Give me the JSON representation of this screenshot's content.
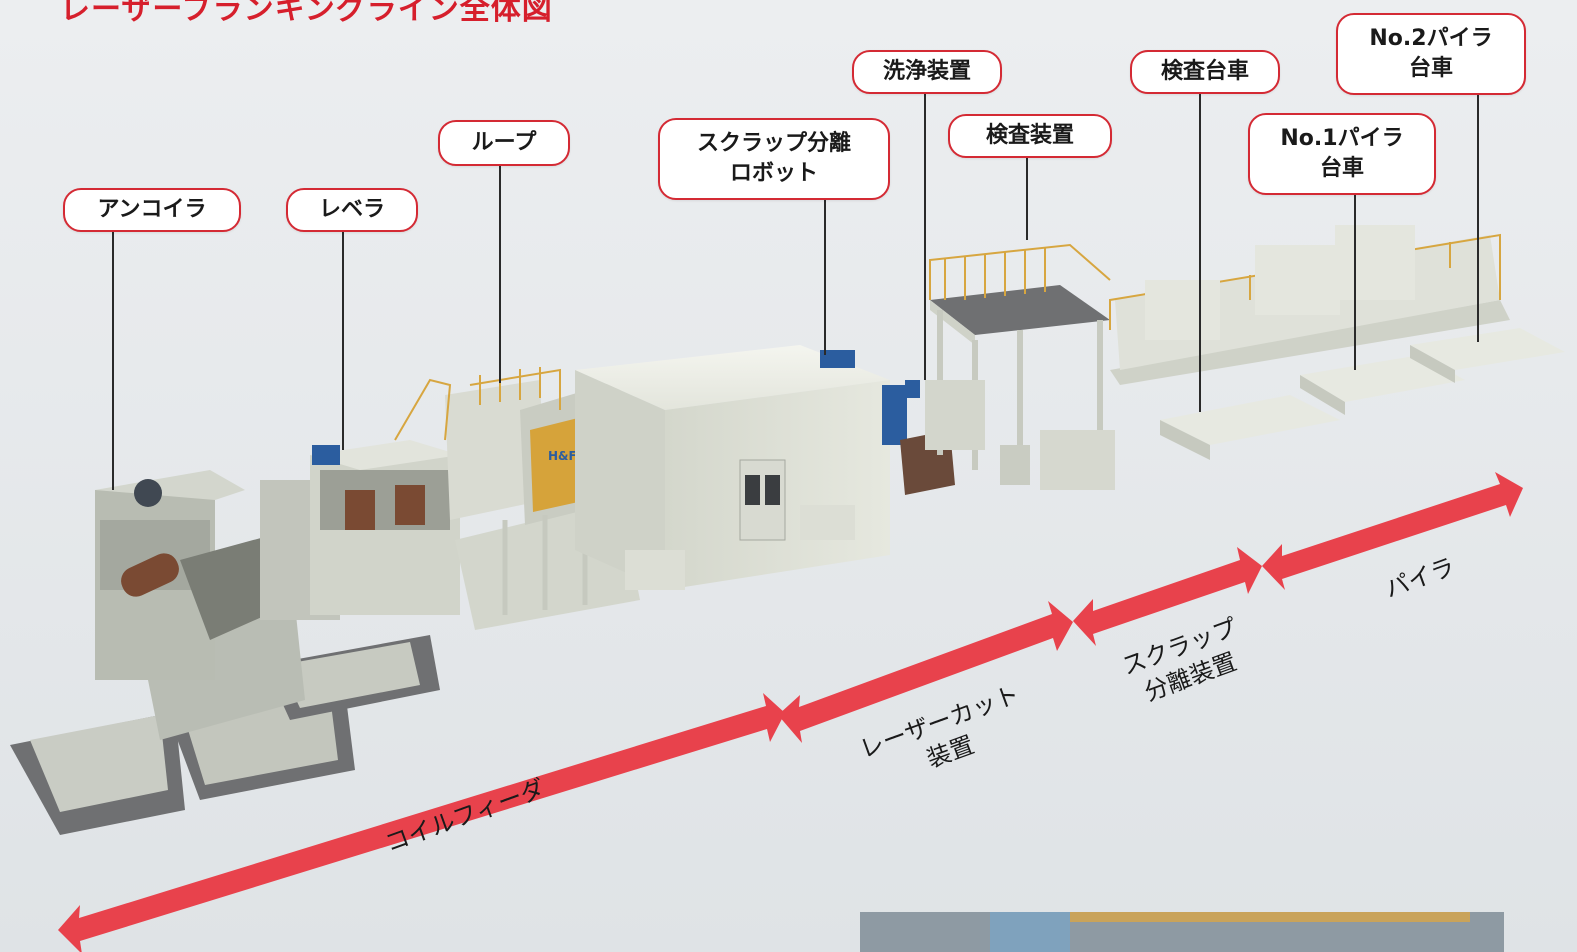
{
  "title": "レーザーブランキングライン全体図",
  "callouts": {
    "uncoiler": "アンコイラ",
    "leveler": "レベラ",
    "loop": "ループ",
    "scrap_robot": "スクラップ分離\nロボット",
    "washer": "洗浄装置",
    "inspection_device": "検査装置",
    "inspection_cart": "検査台車",
    "pyler1_cart": "No.1パイラ\n台車",
    "pyler2_cart": "No.2パイラ\n台車"
  },
  "segments": {
    "coil_feeder": "コイルフィーダ",
    "laser_cut": "レーザーカット\n装置",
    "scrap_separator": "スクラップ\n分離装置",
    "pyler": "パイラ"
  },
  "logo": "H&F",
  "colors": {
    "accent": "#e8424c",
    "callout_border": "#d42a34",
    "title": "#d61f2c",
    "machine": "#d9dcd4",
    "railing": "#d7a640"
  }
}
